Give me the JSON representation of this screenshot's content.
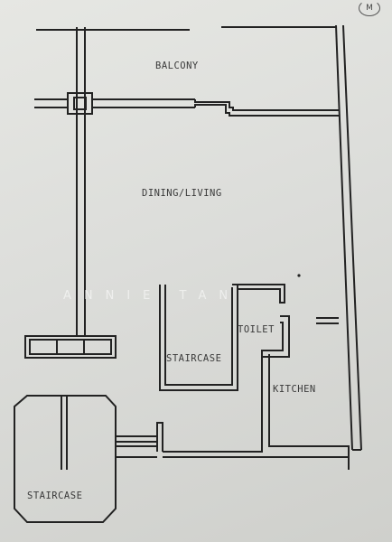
{
  "plan": {
    "rooms": {
      "balcony": "BALCONY",
      "dining_living": "DINING/LIVING",
      "toilet": "TOILET",
      "staircase_inner": "STAIRCASE",
      "kitchen": "KITCHEN",
      "staircase_outer": "STAIRCASE"
    },
    "watermark": "ANNIE TAN",
    "unit_mark": "M"
  }
}
